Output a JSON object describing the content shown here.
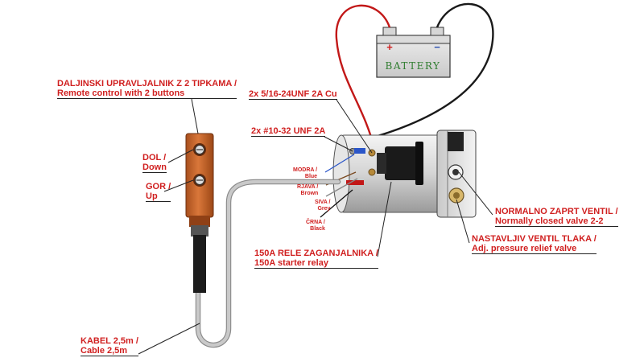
{
  "battery": {
    "label": "BATTERY",
    "plus": "+",
    "minus": "−"
  },
  "labels": {
    "remote": {
      "line1": "DALJINSKI UPRAVLJALNIK Z 2 TIPKAMA /",
      "line2": "Remote control with 2 buttons"
    },
    "down": {
      "line1": "DOL /",
      "line2": "Down"
    },
    "up": {
      "line1": "GOR /",
      "line2": "Up"
    },
    "cable": {
      "line1": "KABEL 2,5m /",
      "line2": "Cable 2,5m"
    },
    "bolt_large": {
      "line1": "2x 5/16-24UNF 2A Cu"
    },
    "bolt_small": {
      "line1": "2x #10-32 UNF 2A"
    },
    "wire_blue": {
      "line1": "MODRA /",
      "line2": "Blue"
    },
    "wire_brown": {
      "line1": "RJAVA /",
      "line2": "Brown"
    },
    "wire_grey": {
      "line1": "SIVA /",
      "line2": "Grey"
    },
    "wire_black": {
      "line1": "ČRNA /",
      "line2": "Black"
    },
    "relay": {
      "line1": "150A RELE ZAGANJALNIKA /",
      "line2": "150A starter relay"
    },
    "valve_nc": {
      "line1": "NORMALNO ZAPRT VENTIL /",
      "line2": "Normally closed valve 2-2"
    },
    "valve_relief": {
      "line1": "NASTAVLJIV VENTIL TLAKA /",
      "line2": "Adj. pressure relief valve"
    }
  },
  "colors": {
    "label_red": "#d01f1f",
    "remote_body": "#c8672c",
    "cable_grey": "#b9b9b9",
    "wire_red": "#c21818",
    "wire_black": "#1a1a1a",
    "motor_grey": "#d9d9d9",
    "leader": "#222222"
  }
}
